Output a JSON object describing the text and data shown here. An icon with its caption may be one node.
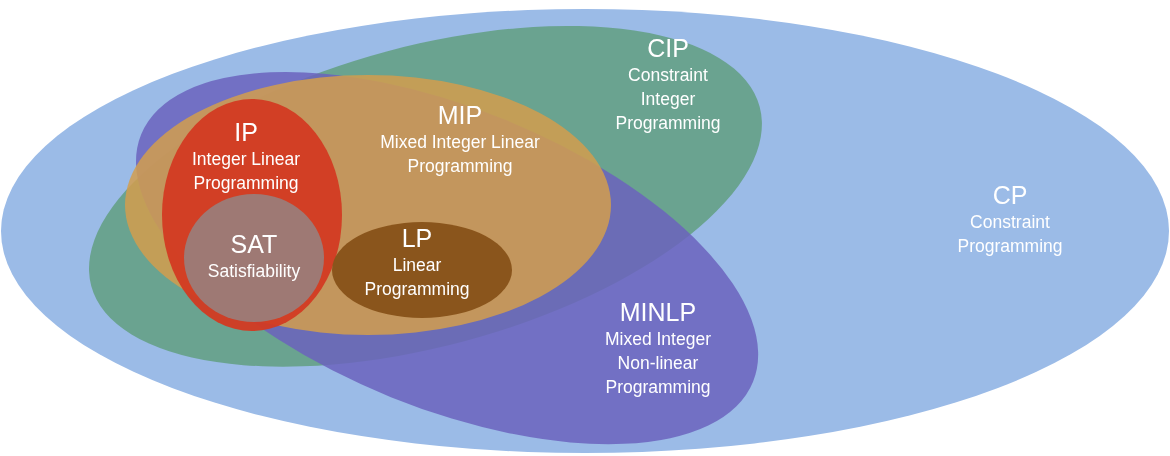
{
  "diagram": {
    "nodes": [
      {
        "text": [
          "CP",
          "Constraint Programming"
        ]
      },
      {
        "text": [
          "CIP",
          "Constraint Integer Programming"
        ],
        "in": 0
      },
      {
        "text": [
          "MINLP",
          "Mixed Integer Non-linear Programming"
        ],
        "in": 0
      },
      {
        "text": [
          "MIP",
          "Mixed Integer Linear Programming"
        ]
      },
      {
        "text": [
          "IP",
          "Integer Linear Programming"
        ],
        "in": 3
      },
      {
        "text": [
          "SAT",
          "Satisfiability"
        ],
        "in": 4
      },
      {
        "text": [
          "LP",
          "Linear Programming"
        ],
        "in": 3
      }
    ]
  }
}
